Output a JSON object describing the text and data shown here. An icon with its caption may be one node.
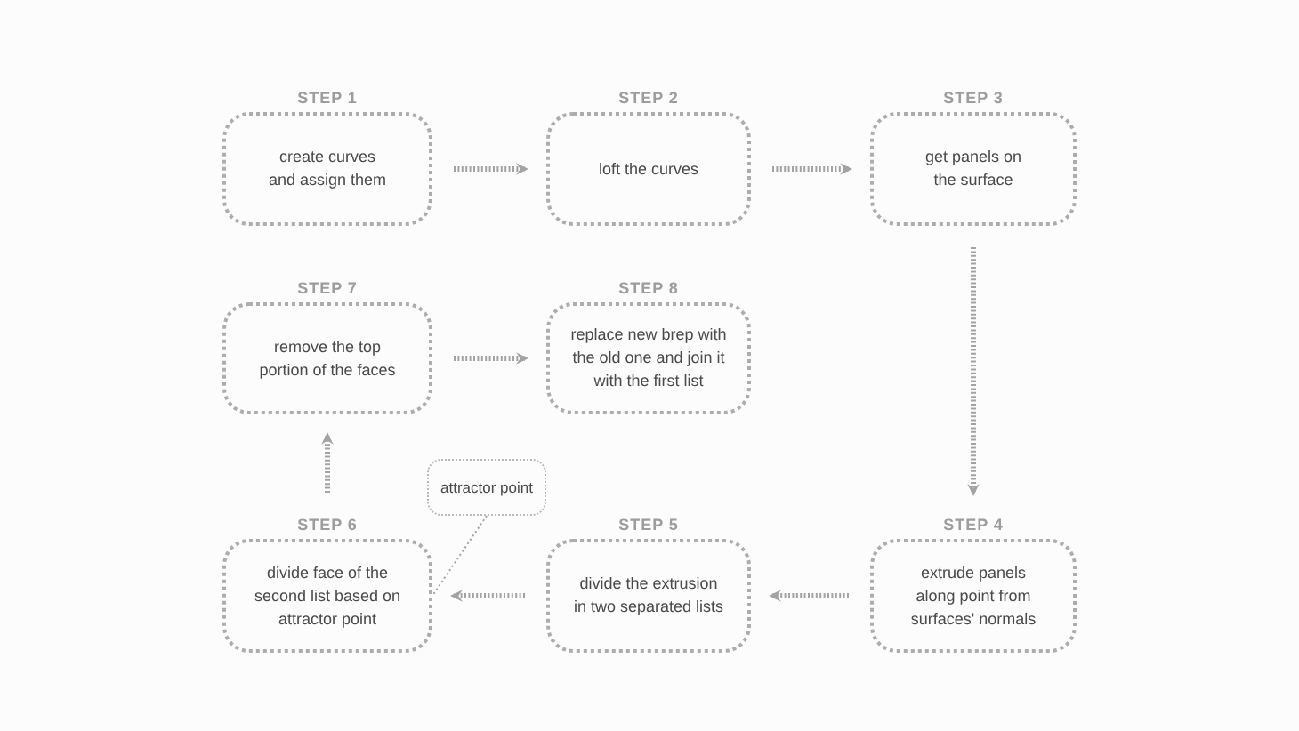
{
  "diagram": {
    "nodes": [
      {
        "text": [
          "STEP 1",
          "create curves and assign them"
        ]
      },
      {
        "text": [
          "STEP 2",
          "loft the curves"
        ]
      },
      {
        "text": [
          "STEP 3",
          "get panels on the surface"
        ]
      },
      {
        "text": [
          "STEP 7",
          "remove the top portion of the faces"
        ]
      },
      {
        "text": [
          "STEP 8",
          "replace new brep with the old one and join it with the first list"
        ]
      },
      {
        "text": [
          "attractor point"
        ]
      },
      {
        "text": [
          "STEP 6",
          "divide face of the second list based on attractor point"
        ]
      },
      {
        "text": [
          "STEP 5",
          "divide the extrusion in two separated lists"
        ]
      },
      {
        "text": [
          "STEP 4",
          "extrude panels along point from surfaces' normals"
        ]
      }
    ],
    "edges": [
      {
        "from": 0,
        "to": 1,
        "arrow": "to",
        "style": "dashed"
      },
      {
        "from": 1,
        "to": 2,
        "arrow": "to",
        "style": "dashed"
      },
      {
        "from": 2,
        "to": 8,
        "arrow": "to",
        "style": "dashed"
      },
      {
        "from": 8,
        "to": 7,
        "arrow": "to",
        "style": "dashed"
      },
      {
        "from": 7,
        "to": 6,
        "arrow": "to",
        "style": "dashed"
      },
      {
        "from": 6,
        "to": 3,
        "arrow": "to",
        "style": "dashed"
      },
      {
        "from": 3,
        "to": 4,
        "arrow": "to",
        "style": "dashed"
      },
      {
        "from": 5,
        "to": 6,
        "arrow": "none",
        "style": "dashed"
      }
    ]
  }
}
